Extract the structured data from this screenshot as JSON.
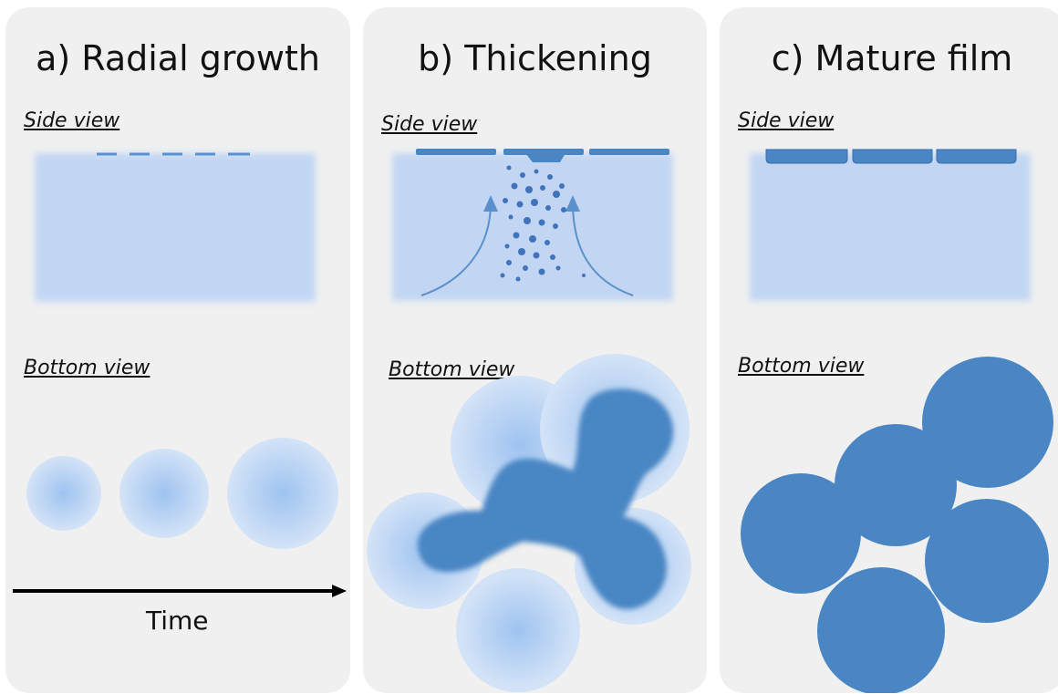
{
  "panels": [
    {
      "title": "a) Radial growth",
      "side_label": "Side view",
      "bottom_label": "Bottom view"
    },
    {
      "title": "b) Thickening",
      "side_label": "Side view",
      "bottom_label": "Bottom view"
    },
    {
      "title": "c) Mature film",
      "side_label": "Side view",
      "bottom_label": "Bottom view"
    }
  ],
  "time_label": "Time",
  "colors": {
    "panel_bg": "#f0f0f0",
    "liquid": "#c2d6f4",
    "film": "#4a86c4",
    "nucleus_center": "#9ec3f0",
    "nucleus_edge": "#d2e2f7",
    "arrow": "#000000"
  }
}
